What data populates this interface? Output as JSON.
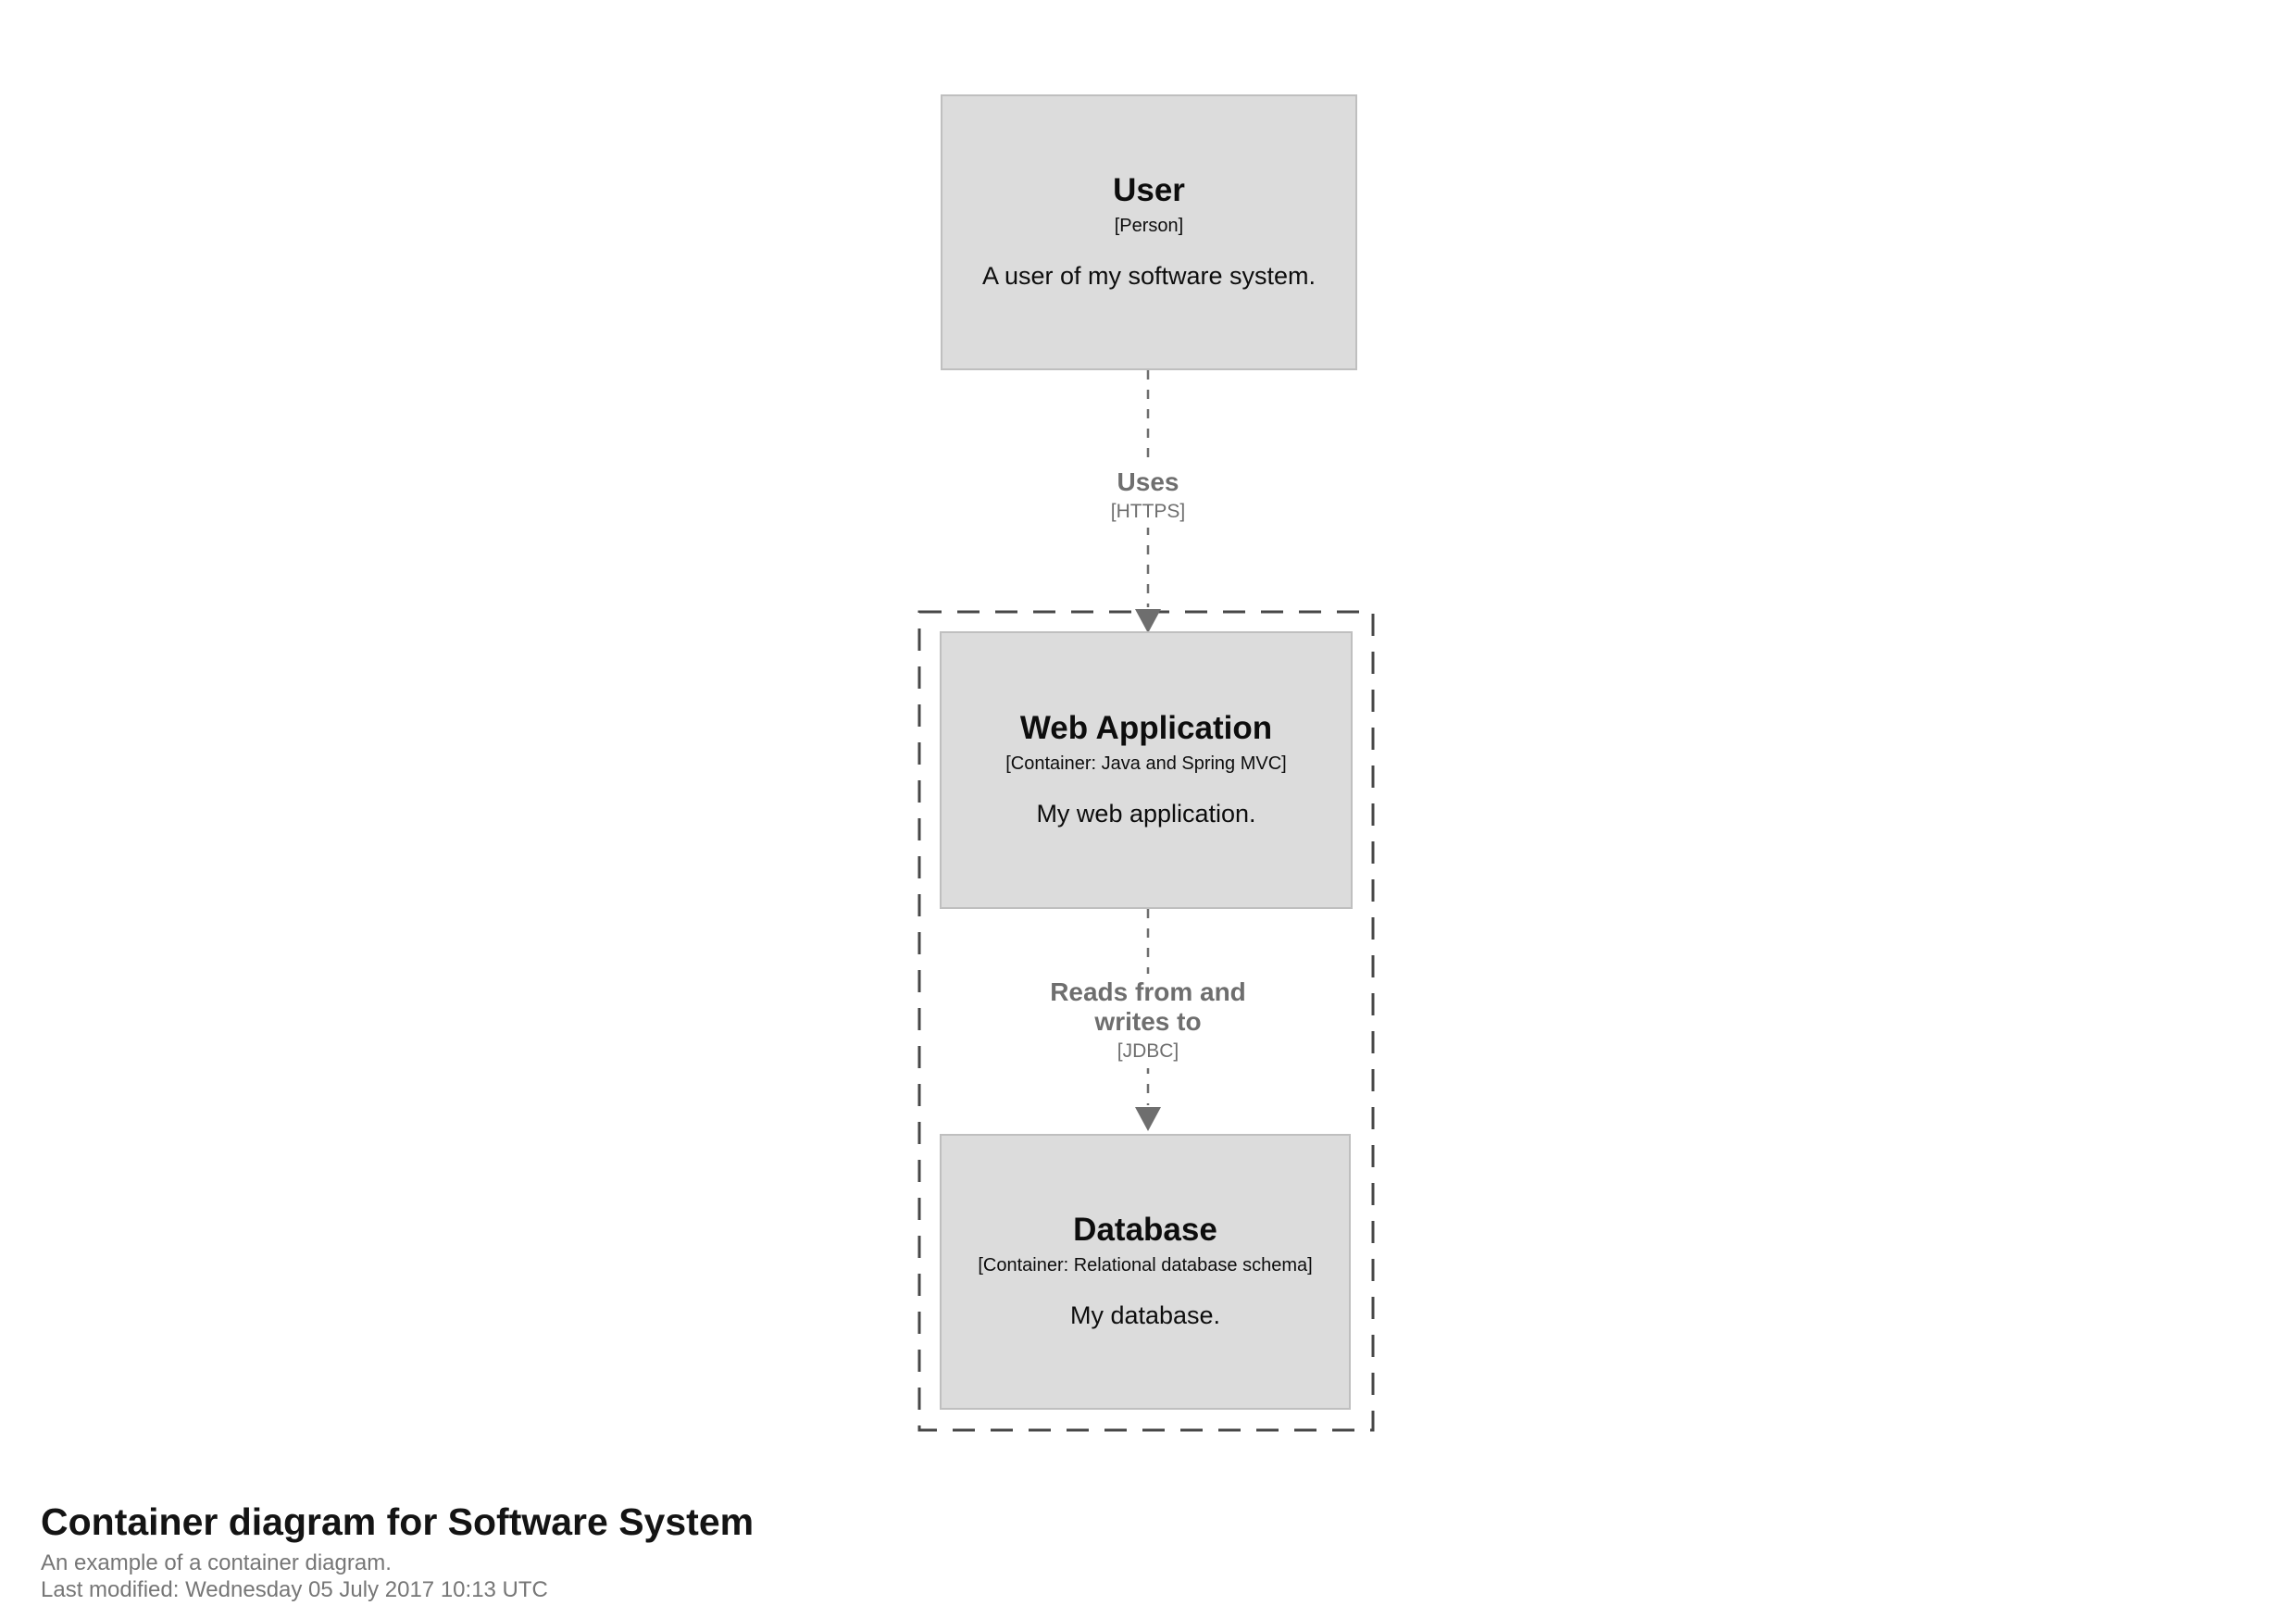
{
  "colors": {
    "node_fill": "#dcdcdc",
    "node_border": "#bfbfbf",
    "node_text": "#0d0d0d",
    "edge": "#6e6e6e",
    "boundary": "#474747",
    "footer_title": "#141414",
    "footer_muted": "#767676",
    "background": "#ffffff"
  },
  "diagram": {
    "nodes": [
      {
        "title": "User",
        "meta": "[Person]",
        "description": "A user of my software system."
      },
      {
        "title": "Web Application",
        "meta": "[Container: Java and Spring MVC]",
        "description": "My web application."
      },
      {
        "title": "Database",
        "meta": "[Container: Relational database schema]",
        "description": "My database."
      }
    ],
    "relationships": [
      {
        "name": "Uses",
        "technology": "[HTTPS]"
      },
      {
        "name": "Reads from and writes to",
        "technology": "[JDBC]"
      }
    ]
  },
  "footer": {
    "title": "Container diagram for Software System",
    "subtitle": "An example of a container diagram.",
    "last_modified": "Last modified: Wednesday 05 July 2017 10:13 UTC"
  }
}
